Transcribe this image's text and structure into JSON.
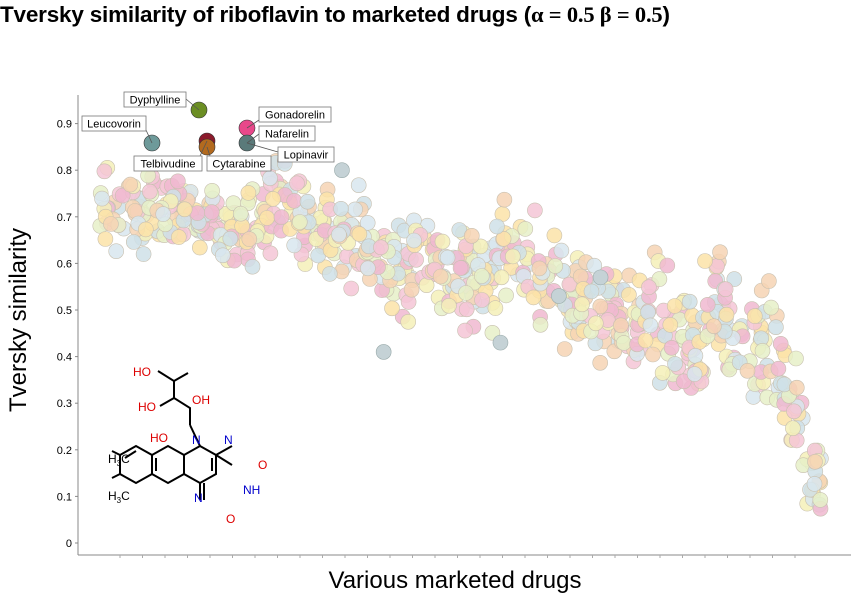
{
  "title_main": "Tversky similarity of riboflavin to marketed drugs (",
  "title_params": "α = 0.5 β = 0.5",
  "title_close": ")",
  "chart_data": {
    "type": "scatter",
    "xlabel": "Various marketed drugs",
    "ylabel": "Tversky similarity",
    "ylim": [
      0,
      1
    ],
    "yticks": [
      "0",
      "0.1",
      "0.2",
      "0.3",
      "0.4",
      "0.5",
      "0.6",
      "0.7",
      "0.8",
      "0.9"
    ],
    "grid": false,
    "highlighted": [
      {
        "label": "Dyphylline",
        "x": 38,
        "y": 0.925,
        "color": "#6b8e23"
      },
      {
        "label": "Leucovorin",
        "x": 6,
        "y": 0.86,
        "color": "#6e9a9a"
      },
      {
        "label": "Telbivudine",
        "x": 40,
        "y": 0.86,
        "color": "#8b1a2b"
      },
      {
        "label": "Cytarabine",
        "x": 41,
        "y": 0.85,
        "color": "#b36a1e"
      },
      {
        "label": "Gonadorelin",
        "x": 50,
        "y": 0.89,
        "color": "#e8488a"
      },
      {
        "label": "Nafarelin",
        "x": 50,
        "y": 0.86,
        "color": "#5a7a7a"
      },
      {
        "label": "Lopinavir",
        "x": 50,
        "y": 0.86,
        "color": "#5a7a7a"
      }
    ],
    "background_colors": [
      "#fbe3a8",
      "#f5f0b8",
      "#cfe0e8",
      "#f4c6d6",
      "#e6f0c8",
      "#f6d4b4",
      "#d8e6ee",
      "#f0b8d0"
    ],
    "background_series": {
      "name": "",
      "segments": [
        {
          "x": [
            0,
            40
          ],
          "mean": [
            0.72,
            0.68
          ],
          "spread": 0.08
        },
        {
          "x": [
            40,
            55
          ],
          "mean": [
            0.75,
            0.66
          ],
          "spread": 0.1
        },
        {
          "x": [
            55,
            75
          ],
          "mean": [
            0.68,
            0.58
          ],
          "spread": 0.1
        },
        {
          "x": [
            75,
            95
          ],
          "mean": [
            0.62,
            0.55
          ],
          "spread": 0.1
        },
        {
          "x": [
            95,
            115
          ],
          "mean": [
            0.64,
            0.52
          ],
          "spread": 0.1
        },
        {
          "x": [
            115,
            130
          ],
          "mean": [
            0.5,
            0.45
          ],
          "spread": 0.1
        },
        {
          "x": [
            130,
            145
          ],
          "mean": [
            0.5,
            0.4
          ],
          "spread": 0.13
        },
        {
          "x": [
            145,
            160
          ],
          "mean": [
            0.52,
            0.42
          ],
          "spread": 0.12
        },
        {
          "x": [
            160,
            173
          ],
          "mean": [
            0.45,
            0.1
          ],
          "spread": 0.1
        }
      ]
    }
  },
  "molecule": {
    "name": "riboflavin",
    "labels": {
      "ho1": "HO",
      "ho2": "HO",
      "ho3": "HO",
      "oh": "OH",
      "n1": "N",
      "n2": "N",
      "n3": "N",
      "nh": "NH",
      "o1": "O",
      "o2": "O",
      "ch3": "H",
      "ch3sub": "3",
      "ch3c": "C"
    }
  }
}
